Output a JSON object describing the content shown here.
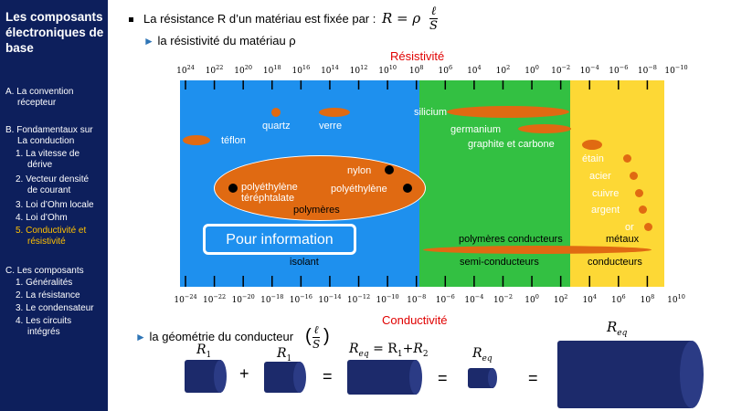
{
  "sidebar": {
    "title": "Les composants électroniques de base",
    "items": [
      {
        "text": "A.  La convention",
        "cls": ""
      },
      {
        "text": "récepteur",
        "cls": ""
      },
      {
        "text": "B.  Fondamentaux sur",
        "cls": ""
      },
      {
        "text": "La conduction",
        "cls": ""
      },
      {
        "text": "1. La vitesse de",
        "cls": ""
      },
      {
        "text": "dérive",
        "cls": ""
      },
      {
        "text": "2. Vecteur densité",
        "cls": ""
      },
      {
        "text": "de courant",
        "cls": ""
      },
      {
        "text": "3. Loi d’Ohm locale",
        "cls": ""
      },
      {
        "text": "4. Loi d’Ohm",
        "cls": ""
      },
      {
        "text": "5. Conductivité et",
        "cls": "active"
      },
      {
        "text": "résistivité",
        "cls": "active"
      },
      {
        "text": "C.  Les composants",
        "cls": ""
      },
      {
        "text": "1. Généralités",
        "cls": ""
      },
      {
        "text": "2. La résistance",
        "cls": ""
      },
      {
        "text": "3. Le condensateur",
        "cls": ""
      },
      {
        "text": "4. Les circuits",
        "cls": ""
      },
      {
        "text": "intégrés",
        "cls": ""
      }
    ],
    "active_color": "#ffc000"
  },
  "main": {
    "intro": "La résistance R d’un matériau est fixée par :",
    "formula_lhs": "R = ρ",
    "formula_num": "ℓ",
    "formula_den": "S",
    "resistivity_line": "la résistivité du matériau ρ",
    "geometry_line": "la géométrie du conducteur",
    "geom_num": "ℓ",
    "geom_den": "S"
  },
  "chart": {
    "top_label": "Résistivité",
    "bottom_label": "Conductivité",
    "top_ticks": [
      "24",
      "22",
      "20",
      "18",
      "16",
      "14",
      "12",
      "10",
      "8",
      "6",
      "4",
      "2",
      "0",
      "−2",
      "−4",
      "−6",
      "−8",
      "−10"
    ],
    "bottom_ticks": [
      "−24",
      "−22",
      "−20",
      "−18",
      "−16",
      "−14",
      "−12",
      "−10",
      "−8",
      "−6",
      "−4",
      "−2",
      "0",
      "2",
      "4",
      "6",
      "8",
      "10"
    ],
    "tick_base": "10",
    "zones": {
      "insulator": "isolant",
      "semiconductor": "semi-conducteurs",
      "conductor": "conducteurs",
      "polymer_conductors": "polymères conducteurs",
      "metals": "métaux"
    },
    "info_box": "Pour information",
    "materials": {
      "teflon": "téflon",
      "quartz": "quartz",
      "glass": "verre",
      "silicon": "silicium",
      "germanium": "germanium",
      "graphite": "graphite et carbone",
      "nylon": "nylon",
      "pet": "polyéthylène téréphtalate",
      "pe": "polyéthylène",
      "polymers": "polymères",
      "tin": "étain",
      "steel": "acier",
      "copper": "cuivre",
      "silver": "argent",
      "gold": "or"
    },
    "colors": {
      "insulator": "#1e90ee",
      "semiconductor": "#33c042",
      "conductor": "#fdd835",
      "material": "#e06a12",
      "axis_label": "#e00000"
    }
  },
  "formulas": {
    "r1": "R",
    "r1_sub": "1",
    "req": "R",
    "req_sub": "eq",
    "sum": "= R",
    "sum_sub1": "1",
    "sum_plus": "+R",
    "sum_sub2": "2",
    "plus": "+",
    "eq": "="
  }
}
